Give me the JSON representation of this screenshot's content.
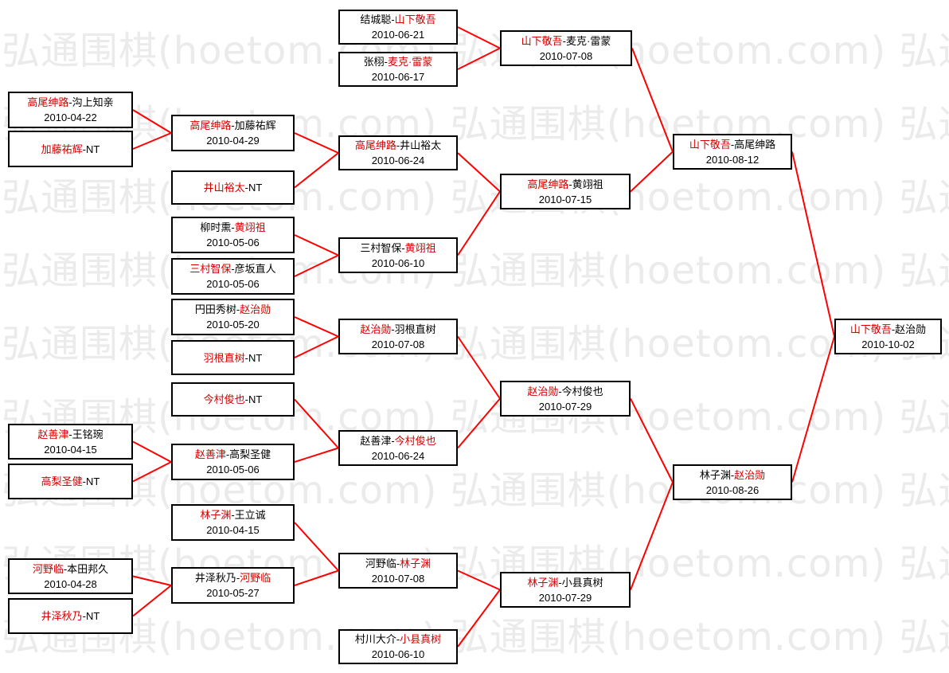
{
  "watermark": {
    "text": "弘通围棋(hoetom.com) 弘通围棋(hoetom.com) 弘通围棋(hoetom.com)"
  },
  "colors": {
    "line": "#ff0000",
    "winner": "#d40000",
    "loser": "#000000",
    "border": "#000000"
  },
  "ui": {
    "separator": "-"
  },
  "matches": {
    "a1": {
      "p1": "高尾绅路",
      "p2": "沟上知亲",
      "winner": 1,
      "date": "2010-04-22"
    },
    "a2": {
      "p1": "加藤祐辉",
      "p2": "NT",
      "winner": 1
    },
    "a3": {
      "p1": "赵善津",
      "p2": "王铭琬",
      "winner": 1,
      "date": "2010-04-15"
    },
    "a4": {
      "p1": "高梨圣健",
      "p2": "NT",
      "winner": 1
    },
    "a5": {
      "p1": "河野临",
      "p2": "本田邦久",
      "winner": 1,
      "date": "2010-04-28"
    },
    "a6": {
      "p1": "井泽秋乃",
      "p2": "NT",
      "winner": 1
    },
    "b1": {
      "p1": "高尾绅路",
      "p2": "加藤祐辉",
      "winner": 1,
      "date": "2010-04-29"
    },
    "b2": {
      "p1": "井山裕太",
      "p2": "NT",
      "winner": 1
    },
    "b3": {
      "p1": "柳时熏",
      "p2": "黄翊祖",
      "winner": 2,
      "date": "2010-05-06"
    },
    "b4": {
      "p1": "三村智保",
      "p2": "彦坂直人",
      "winner": 1,
      "date": "2010-05-06"
    },
    "b5": {
      "p1": "円田秀树",
      "p2": "赵治勋",
      "winner": 2,
      "date": "2010-05-20"
    },
    "b6": {
      "p1": "羽根直树",
      "p2": "NT",
      "winner": 1
    },
    "b7": {
      "p1": "今村俊也",
      "p2": "NT",
      "winner": 1
    },
    "b8": {
      "p1": "赵善津",
      "p2": "高梨圣健",
      "winner": 1,
      "date": "2010-05-06"
    },
    "b9": {
      "p1": "林子渊",
      "p2": "王立诚",
      "winner": 1,
      "date": "2010-04-15"
    },
    "b10": {
      "p1": "井泽秋乃",
      "p2": "河野临",
      "winner": 2,
      "date": "2010-05-27"
    },
    "c1": {
      "p1": "结城聪",
      "p2": "山下敬吾",
      "winner": 2,
      "date": "2010-06-21"
    },
    "c2": {
      "p1": "张栩",
      "p2": "麦克·雷蒙",
      "winner": 2,
      "date": "2010-06-17"
    },
    "c3": {
      "p1": "高尾绅路",
      "p2": "井山裕太",
      "winner": 1,
      "date": "2010-06-24"
    },
    "c4": {
      "p1": "三村智保",
      "p2": "黄翊祖",
      "winner": 2,
      "date": "2010-06-10"
    },
    "c5": {
      "p1": "赵治勋",
      "p2": "羽根直树",
      "winner": 1,
      "date": "2010-07-08"
    },
    "c6": {
      "p1": "赵善津",
      "p2": "今村俊也",
      "winner": 2,
      "date": "2010-06-24"
    },
    "c7": {
      "p1": "河野临",
      "p2": "林子渊",
      "winner": 2,
      "date": "2010-07-08"
    },
    "c8": {
      "p1": "村川大介",
      "p2": "小县真树",
      "winner": 2,
      "date": "2010-06-10"
    },
    "d1": {
      "p1": "山下敬吾",
      "p2": "麦克·雷蒙",
      "winner": 1,
      "date": "2010-07-08"
    },
    "d2": {
      "p1": "高尾绅路",
      "p2": "黄翊祖",
      "winner": 1,
      "date": "2010-07-15"
    },
    "d3": {
      "p1": "赵治勋",
      "p2": "今村俊也",
      "winner": 1,
      "date": "2010-07-29"
    },
    "d4": {
      "p1": "林子渊",
      "p2": "小县真树",
      "winner": 1,
      "date": "2010-07-29"
    },
    "e1": {
      "p1": "山下敬吾",
      "p2": "高尾绅路",
      "winner": 1,
      "date": "2010-08-12"
    },
    "e2": {
      "p1": "林子渊",
      "p2": "赵治勋",
      "winner": 2,
      "date": "2010-08-26"
    },
    "f1": {
      "p1": "山下敬吾",
      "p2": "赵治勋",
      "winner": 1,
      "date": "2010-10-02"
    }
  },
  "connections": [
    [
      "a1",
      "b1"
    ],
    [
      "a2",
      "b1"
    ],
    [
      "a3",
      "b8"
    ],
    [
      "a4",
      "b8"
    ],
    [
      "a5",
      "b10"
    ],
    [
      "a6",
      "b10"
    ],
    [
      "b1",
      "c3"
    ],
    [
      "b2",
      "c3"
    ],
    [
      "b3",
      "c4"
    ],
    [
      "b4",
      "c4"
    ],
    [
      "b5",
      "c5"
    ],
    [
      "b6",
      "c5"
    ],
    [
      "b7",
      "c6"
    ],
    [
      "b8",
      "c6"
    ],
    [
      "b9",
      "c7"
    ],
    [
      "b10",
      "c7"
    ],
    [
      "c1",
      "d1"
    ],
    [
      "c2",
      "d1"
    ],
    [
      "c3",
      "d2"
    ],
    [
      "c4",
      "d2"
    ],
    [
      "c5",
      "d3"
    ],
    [
      "c6",
      "d3"
    ],
    [
      "c7",
      "d4"
    ],
    [
      "c8",
      "d4"
    ],
    [
      "d1",
      "e1"
    ],
    [
      "d2",
      "e1"
    ],
    [
      "d3",
      "e2"
    ],
    [
      "d4",
      "e2"
    ],
    [
      "e1",
      "f1"
    ],
    [
      "e2",
      "f1"
    ]
  ]
}
